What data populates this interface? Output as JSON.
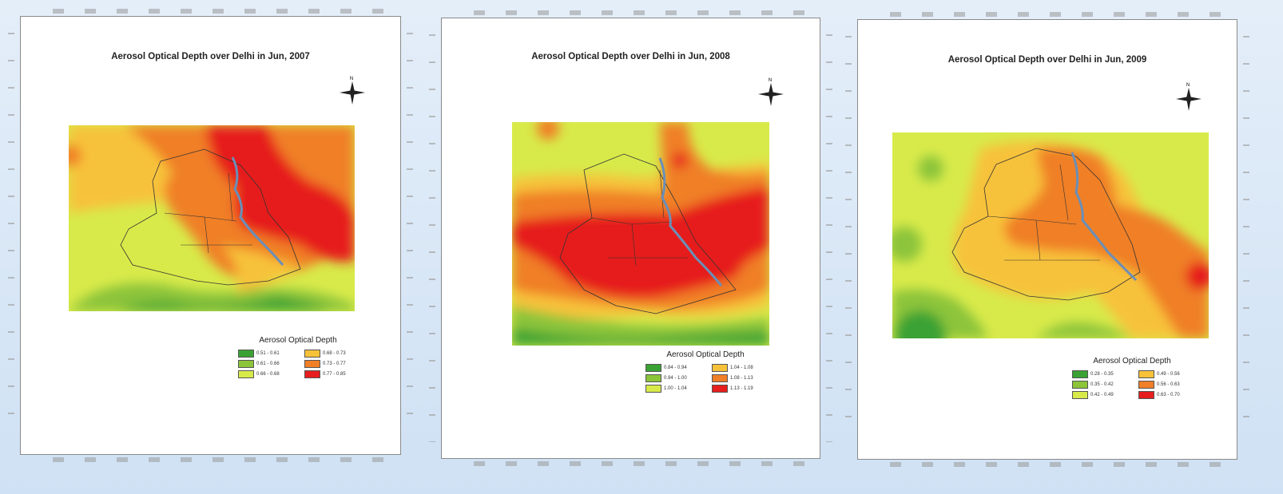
{
  "panels": [
    {
      "title": "Aerosol Optical Depth over Delhi in Jun, 2007",
      "north_label": "N",
      "legend": {
        "title": "Aerosol Optical Depth",
        "items": [
          {
            "range": "0.51 - 0.61",
            "color": "#3aa234"
          },
          {
            "range": "0.68 - 0.73",
            "color": "#f7c23a"
          },
          {
            "range": "0.61 - 0.66",
            "color": "#8cc43a"
          },
          {
            "range": "0.73 - 0.77",
            "color": "#f07f28"
          },
          {
            "range": "0.66 - 0.68",
            "color": "#d8ea4a"
          },
          {
            "range": "0.77 - 0.85",
            "color": "#e61e1e"
          }
        ]
      }
    },
    {
      "title": "Aerosol Optical Depth over Delhi in Jun, 2008",
      "north_label": "N",
      "legend": {
        "title": "Aerosol Optical Depth",
        "items": [
          {
            "range": "0.84 - 0.94",
            "color": "#3aa234"
          },
          {
            "range": "1.04 - 1.08",
            "color": "#f7c23a"
          },
          {
            "range": "0.94 - 1.00",
            "color": "#8cc43a"
          },
          {
            "range": "1.08 - 1.13",
            "color": "#f07f28"
          },
          {
            "range": "1.00 - 1.04",
            "color": "#d8ea4a"
          },
          {
            "range": "1.13 - 1.19",
            "color": "#e61e1e"
          }
        ]
      }
    },
    {
      "title": "Aerosol Optical Depth over Delhi in Jun, 2009",
      "north_label": "N",
      "legend": {
        "title": "Aerosol Optical Depth",
        "items": [
          {
            "range": "0.28 - 0.35",
            "color": "#3aa234"
          },
          {
            "range": "0.49 - 0.56",
            "color": "#f7c23a"
          },
          {
            "range": "0.35 - 0.42",
            "color": "#8cc43a"
          },
          {
            "range": "0.56 - 0.63",
            "color": "#f07f28"
          },
          {
            "range": "0.42 - 0.49",
            "color": "#d8ea4a"
          },
          {
            "range": "0.63 - 0.70",
            "color": "#e61e1e"
          }
        ]
      }
    }
  ]
}
